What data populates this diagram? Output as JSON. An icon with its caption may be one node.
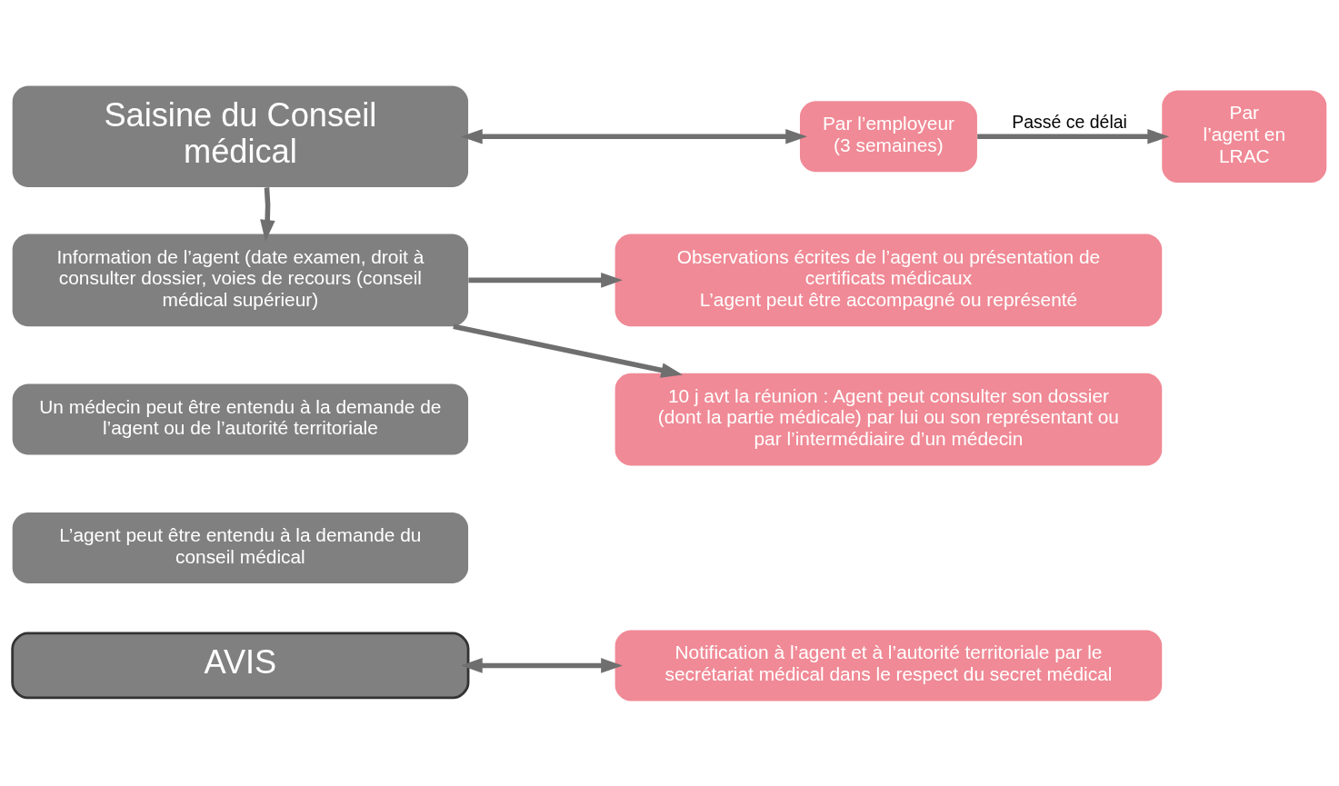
{
  "diagram": {
    "nodes": [
      {
        "text": [
          "Saisine du Conseil médical"
        ]
      },
      {
        "text": [
          "Information de l’agent (date examen, droit à consulter dossier, voies de recours (conseil médical supérieur)"
        ]
      },
      {
        "text": [
          "Un médecin peut être entendu à la demande de l’agent ou de l’autorité territoriale"
        ]
      },
      {
        "text": [
          "L’agent peut être entendu à la demande du conseil médical"
        ]
      },
      {
        "text": [
          "AVIS"
        ]
      },
      {
        "text": [
          "Par l’employeur (3 semaines)"
        ]
      },
      {
        "text": [
          "Par l’agent en LRAC"
        ]
      },
      {
        "text": [
          "Observations écrites de l’agent ou présentation de certificats médicaux",
          "L’agent peut être accompagné ou représenté"
        ]
      },
      {
        "text": [
          "10 j avt la réunion : Agent peut consulter son dossier (dont la partie médicale) par lui ou son représentant ou par l’intermédiaire d’un médecin"
        ]
      },
      {
        "text": [
          "Notification à l’agent et à l’autorité territoriale par le secrétariat médical dans le respect du secret médical"
        ]
      }
    ],
    "edges": [
      {
        "from": 0,
        "to": 5,
        "arrow": "both"
      },
      {
        "from": 0,
        "to": 1,
        "arrow": "to"
      },
      {
        "from": 5,
        "to": 6,
        "arrow": "to",
        "label": "Passé ce délai"
      },
      {
        "from": 1,
        "to": 7,
        "arrow": "to"
      },
      {
        "from": 1,
        "to": 8,
        "arrow": "to"
      },
      {
        "from": 4,
        "to": 9,
        "arrow": "both"
      }
    ]
  }
}
